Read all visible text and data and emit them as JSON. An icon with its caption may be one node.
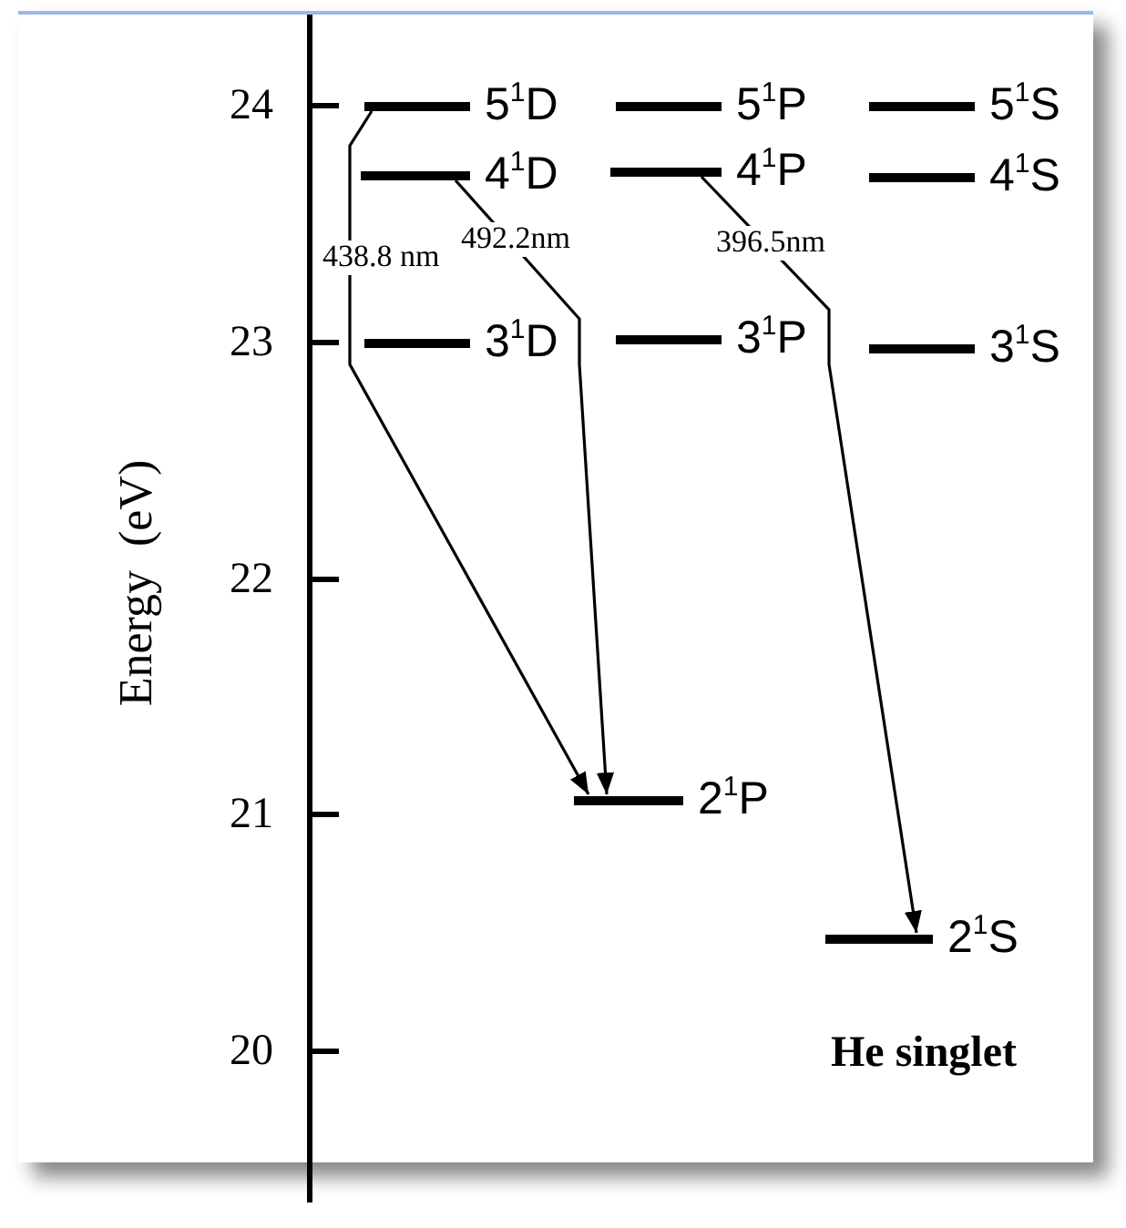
{
  "diagram": {
    "nodes": [
      {
        "text": [
          "5$^{1}$D"
        ]
      },
      {
        "text": [
          "5$^{1}$P"
        ]
      },
      {
        "text": [
          "5$^{1}$S"
        ]
      },
      {
        "text": [
          "4$^{1}$D"
        ]
      },
      {
        "text": [
          "4$^{1}$P"
        ]
      },
      {
        "text": [
          "4$^{1}$S"
        ]
      },
      {
        "text": [
          "3$^{1}$D"
        ]
      },
      {
        "text": [
          "3$^{1}$P"
        ]
      },
      {
        "text": [
          "3$^{1}$S"
        ]
      },
      {
        "text": [
          "2$^{1}$P"
        ]
      },
      {
        "text": [
          "2$^{1}$S"
        ]
      }
    ],
    "edges": [
      {
        "from": 0,
        "to": 9,
        "arrow": "to",
        "label": "438.8 nm"
      },
      {
        "from": 3,
        "to": 9,
        "arrow": "to",
        "label": "492.2nm"
      },
      {
        "from": 4,
        "to": 10,
        "arrow": "to",
        "label": "396.5nm"
      }
    ],
    "labels": [
      "24",
      "23",
      "22",
      "21",
      "20",
      "Energy  (eV)",
      "He singlet"
    ]
  }
}
